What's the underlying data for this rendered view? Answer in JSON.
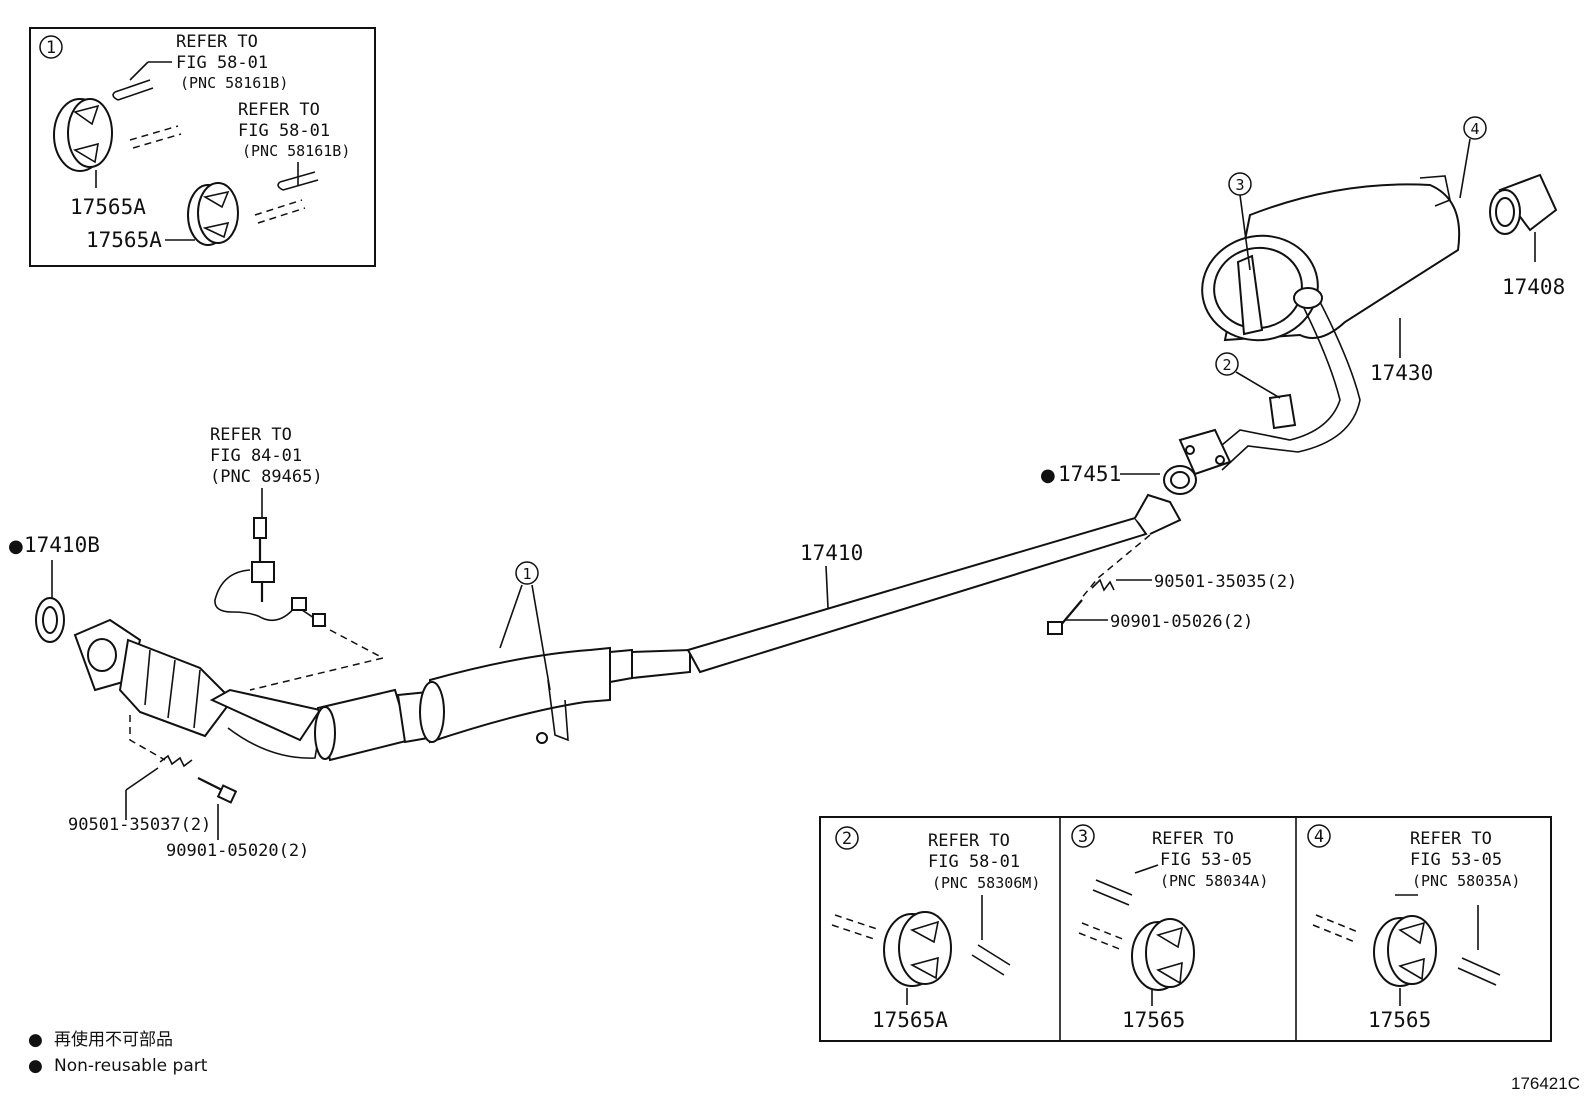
{
  "diagram_id": "176421C",
  "legend": {
    "bullet": "●",
    "japanese": "再使用不可部品",
    "english": "Non-reusable part"
  },
  "insets": {
    "i1": {
      "marker": "1",
      "refs": [
        {
          "line1": "REFER TO",
          "line2": "FIG 58-01",
          "line3": "(PNC 58161B)"
        },
        {
          "line1": "REFER TO",
          "line2": "FIG 58-01",
          "line3": "(PNC 58161B)"
        }
      ],
      "parts": [
        "17565A",
        "17565A"
      ]
    },
    "i2": {
      "marker": "2",
      "line1": "REFER TO",
      "line2": "FIG 58-01",
      "line3": "(PNC 58306M)",
      "part": "17565A"
    },
    "i3": {
      "marker": "3",
      "line1": "REFER TO",
      "line2": "FIG 53-05",
      "line3": "(PNC 58034A)",
      "part": "17565"
    },
    "i4": {
      "marker": "4",
      "line1": "REFER TO",
      "line2": "FIG 53-05",
      "line3": "(PNC 58035A)",
      "part": "17565"
    }
  },
  "callouts": {
    "c1": "1",
    "c2": "2",
    "c3": "3",
    "c4": "4"
  },
  "sensor_ref": {
    "line1": "REFER TO",
    "line2": "FIG 84-01",
    "line3": "(PNC 89465)"
  },
  "parts": {
    "p17410B": "17410B",
    "p17410": "17410",
    "p17451": "17451",
    "p17430": "17430",
    "p17408": "17408",
    "spring_front": "90501-35037(2)",
    "bolt_front": "90901-05020(2)",
    "spring_rear": "90501-35035(2)",
    "bolt_rear": "90901-05026(2)"
  }
}
